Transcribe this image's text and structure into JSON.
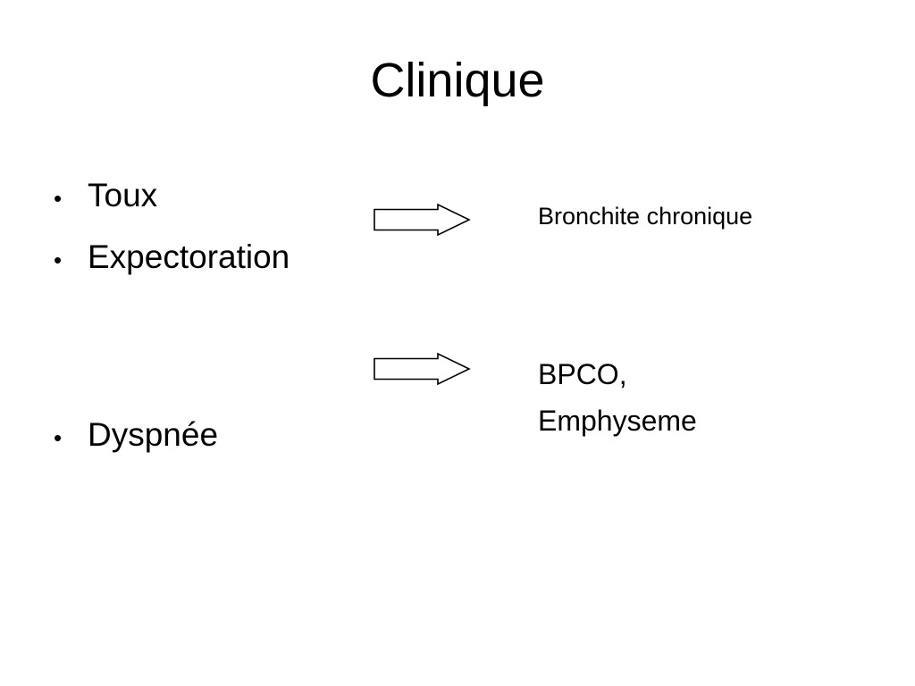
{
  "slide": {
    "title": "Clinique",
    "background_color": "#ffffff",
    "text_color": "#000000"
  },
  "symptoms": {
    "group_one": [
      {
        "bullet": "•",
        "label": "Toux"
      },
      {
        "bullet": "•",
        "label": "Expectoration"
      }
    ],
    "group_two": [
      {
        "bullet": "•",
        "label": "Dyspnée"
      }
    ]
  },
  "arrows": [
    {
      "name": "arrow-to-bronchite",
      "direction": "right",
      "style": "outlined-block-arrow",
      "stroke_color": "#000000",
      "fill_color": "#ffffff"
    },
    {
      "name": "arrow-to-bpco",
      "direction": "right",
      "style": "outlined-block-arrow",
      "stroke_color": "#000000",
      "fill_color": "#ffffff"
    }
  ],
  "diagnoses": {
    "first": "Bronchite chronique",
    "second_line_one": "BPCO,",
    "second_line_two": "Emphyseme"
  }
}
